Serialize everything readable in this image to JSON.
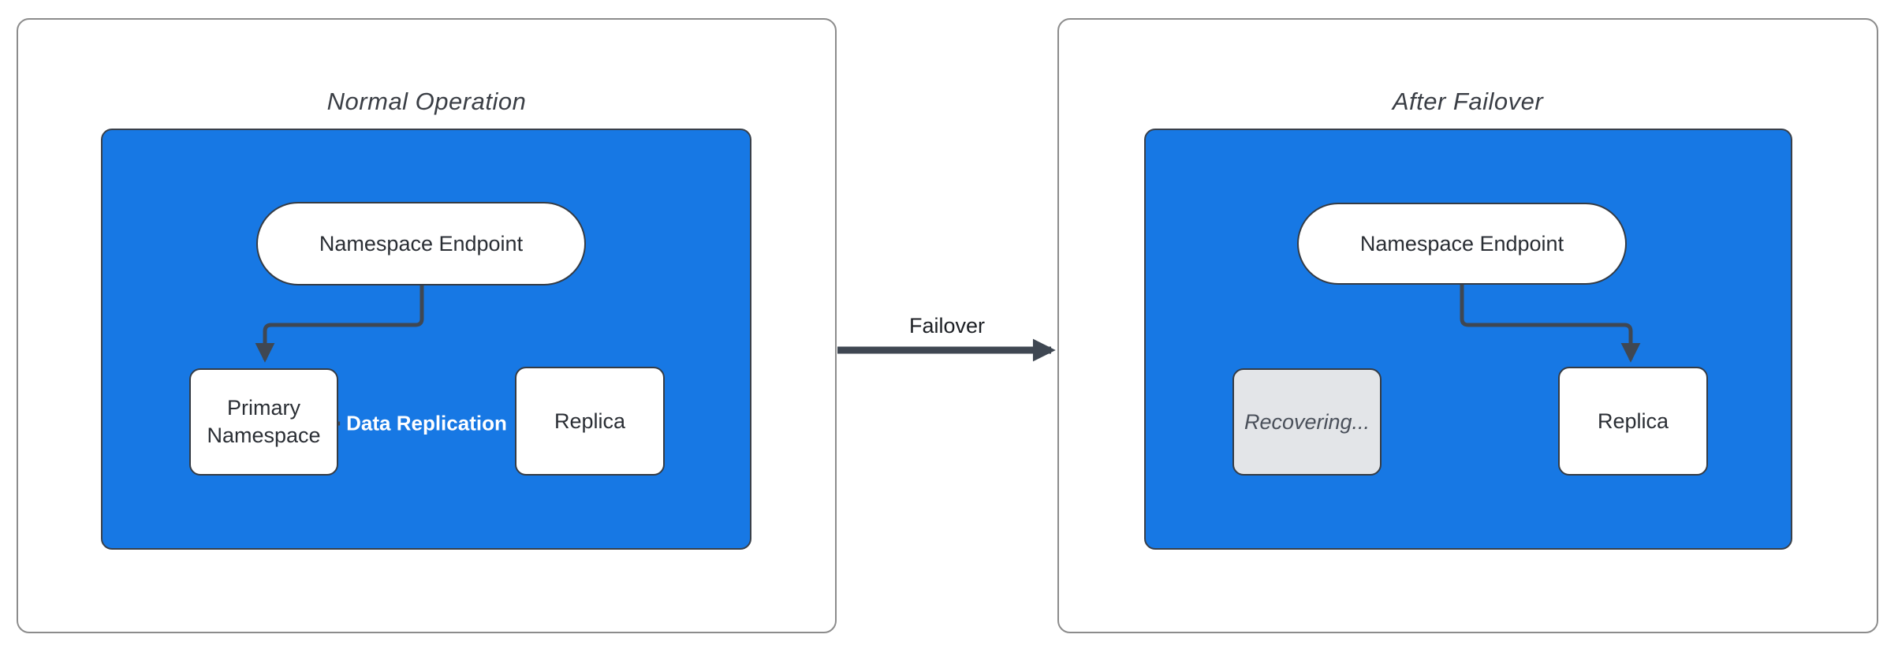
{
  "panels": [
    {
      "title": "Normal Operation",
      "nodes": {
        "endpoint": "Namespace Endpoint",
        "primary": "Primary Namespace",
        "replica": "Replica"
      },
      "edge_label": "Data Replication"
    },
    {
      "title": "After Failover",
      "nodes": {
        "endpoint": "Namespace Endpoint",
        "recovering": "Recovering...",
        "replica": "Replica"
      }
    }
  ],
  "failover": {
    "label": "Failover"
  },
  "colors": {
    "cluster_blue": "#1778e4",
    "node_border": "#343b44",
    "connector": "#3f4752",
    "panel_border": "#8c8c8c",
    "recovering_fill": "#e3e5e8",
    "edge_label_text": "#ffffff"
  }
}
